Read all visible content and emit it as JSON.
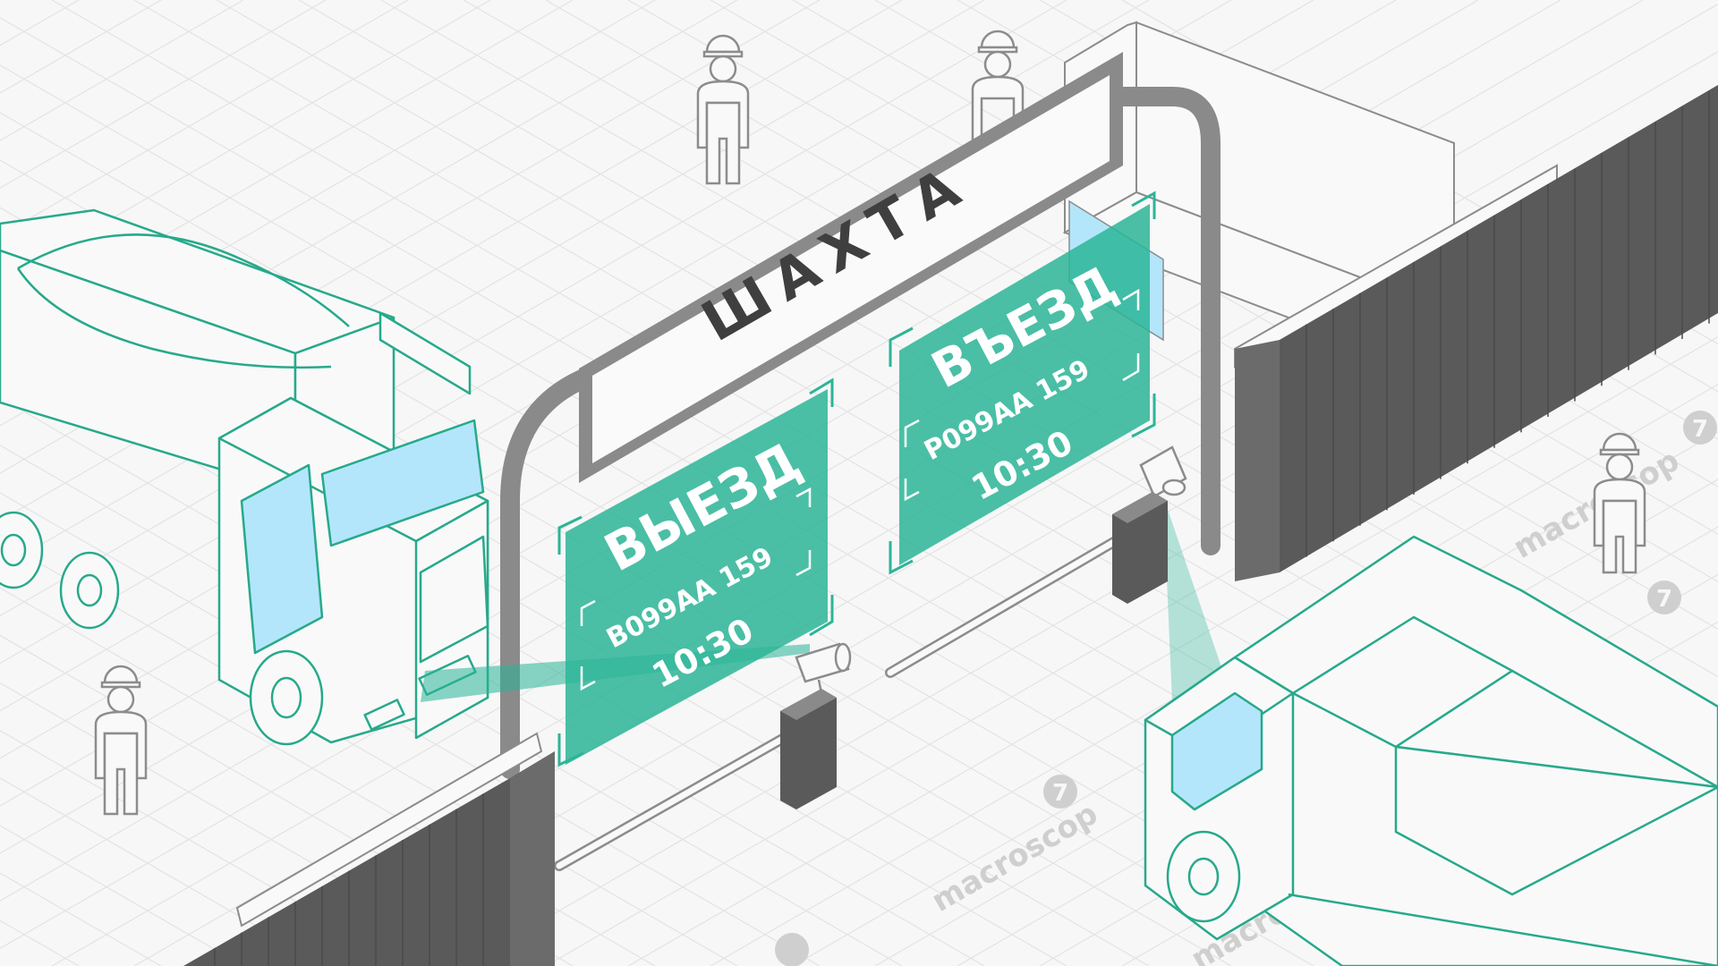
{
  "arch": {
    "title": "ШАХТА"
  },
  "signs": {
    "exit": {
      "label": "ВЫЕЗД",
      "plate": "В099АА 159",
      "time": "10:30"
    },
    "entry": {
      "label": "ВЪЕЗД",
      "plate": "Р099АА 159",
      "time": "10:30"
    }
  },
  "watermark": {
    "brand": "macroscop",
    "logo_symbol": "7"
  },
  "colors": {
    "accent_teal": "#2bb597",
    "outline_teal": "#27a98b",
    "window_blue": "#b3e6fb",
    "gate_dark": "#5a5a5a",
    "arch_gray": "#8a8a8a",
    "grid": "#e2e2e2"
  },
  "icons": [
    "worker-icon",
    "camera-icon",
    "barrier-icon",
    "truck-icon",
    "gate-icon",
    "macroscop-logo-icon"
  ]
}
